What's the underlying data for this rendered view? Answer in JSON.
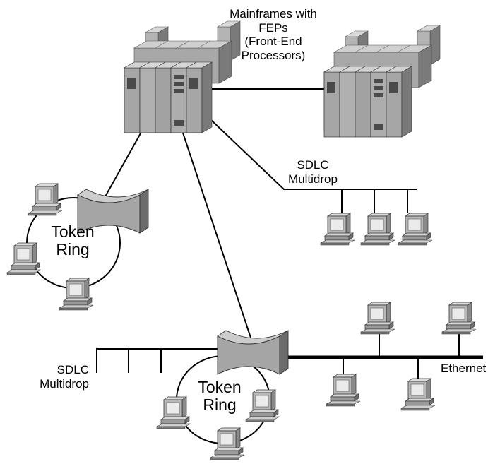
{
  "labels": {
    "mainframes": [
      "Mainframes with",
      "FEPs",
      "(Front-End",
      "Processors)"
    ],
    "sdlc_top": [
      "SDLC",
      "Multidrop"
    ],
    "token_ring_left": [
      "Token",
      "Ring"
    ],
    "token_ring_bottom": [
      "Token",
      "Ring"
    ],
    "sdlc_bottom": [
      "SDLC",
      "Multidrop"
    ],
    "ethernet": "Ethernet"
  },
  "colors": {
    "device_light": "#c4c4c4",
    "device_mid": "#9c9c9c",
    "device_dark": "#5c5c5c",
    "line": "#000000"
  }
}
